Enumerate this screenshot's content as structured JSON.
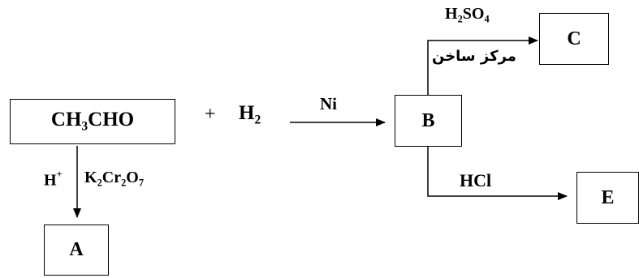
{
  "reactant": {
    "c1": "CH",
    "n1": "3",
    "c2": "CHO"
  },
  "plus": "+",
  "hydrogen": {
    "sym": "H",
    "sub": "2"
  },
  "catalyst": "Ni",
  "oxidation": {
    "acid": "H",
    "acid_sup": "+",
    "oxidant_k": "K",
    "oxidant_k_sub": "2",
    "oxidant_cr": "Cr",
    "oxidant_cr_sub": "2",
    "oxidant_o": "O",
    "oxidant_o_sub": "7"
  },
  "dehydration": {
    "reagent": {
      "h": "H",
      "h_sub": "2",
      "so": "SO",
      "so_sub": "4"
    },
    "condition": "مركز ساخن"
  },
  "hcl": "HCl",
  "products": {
    "A": "A",
    "B": "B",
    "C": "C",
    "E": "E"
  }
}
